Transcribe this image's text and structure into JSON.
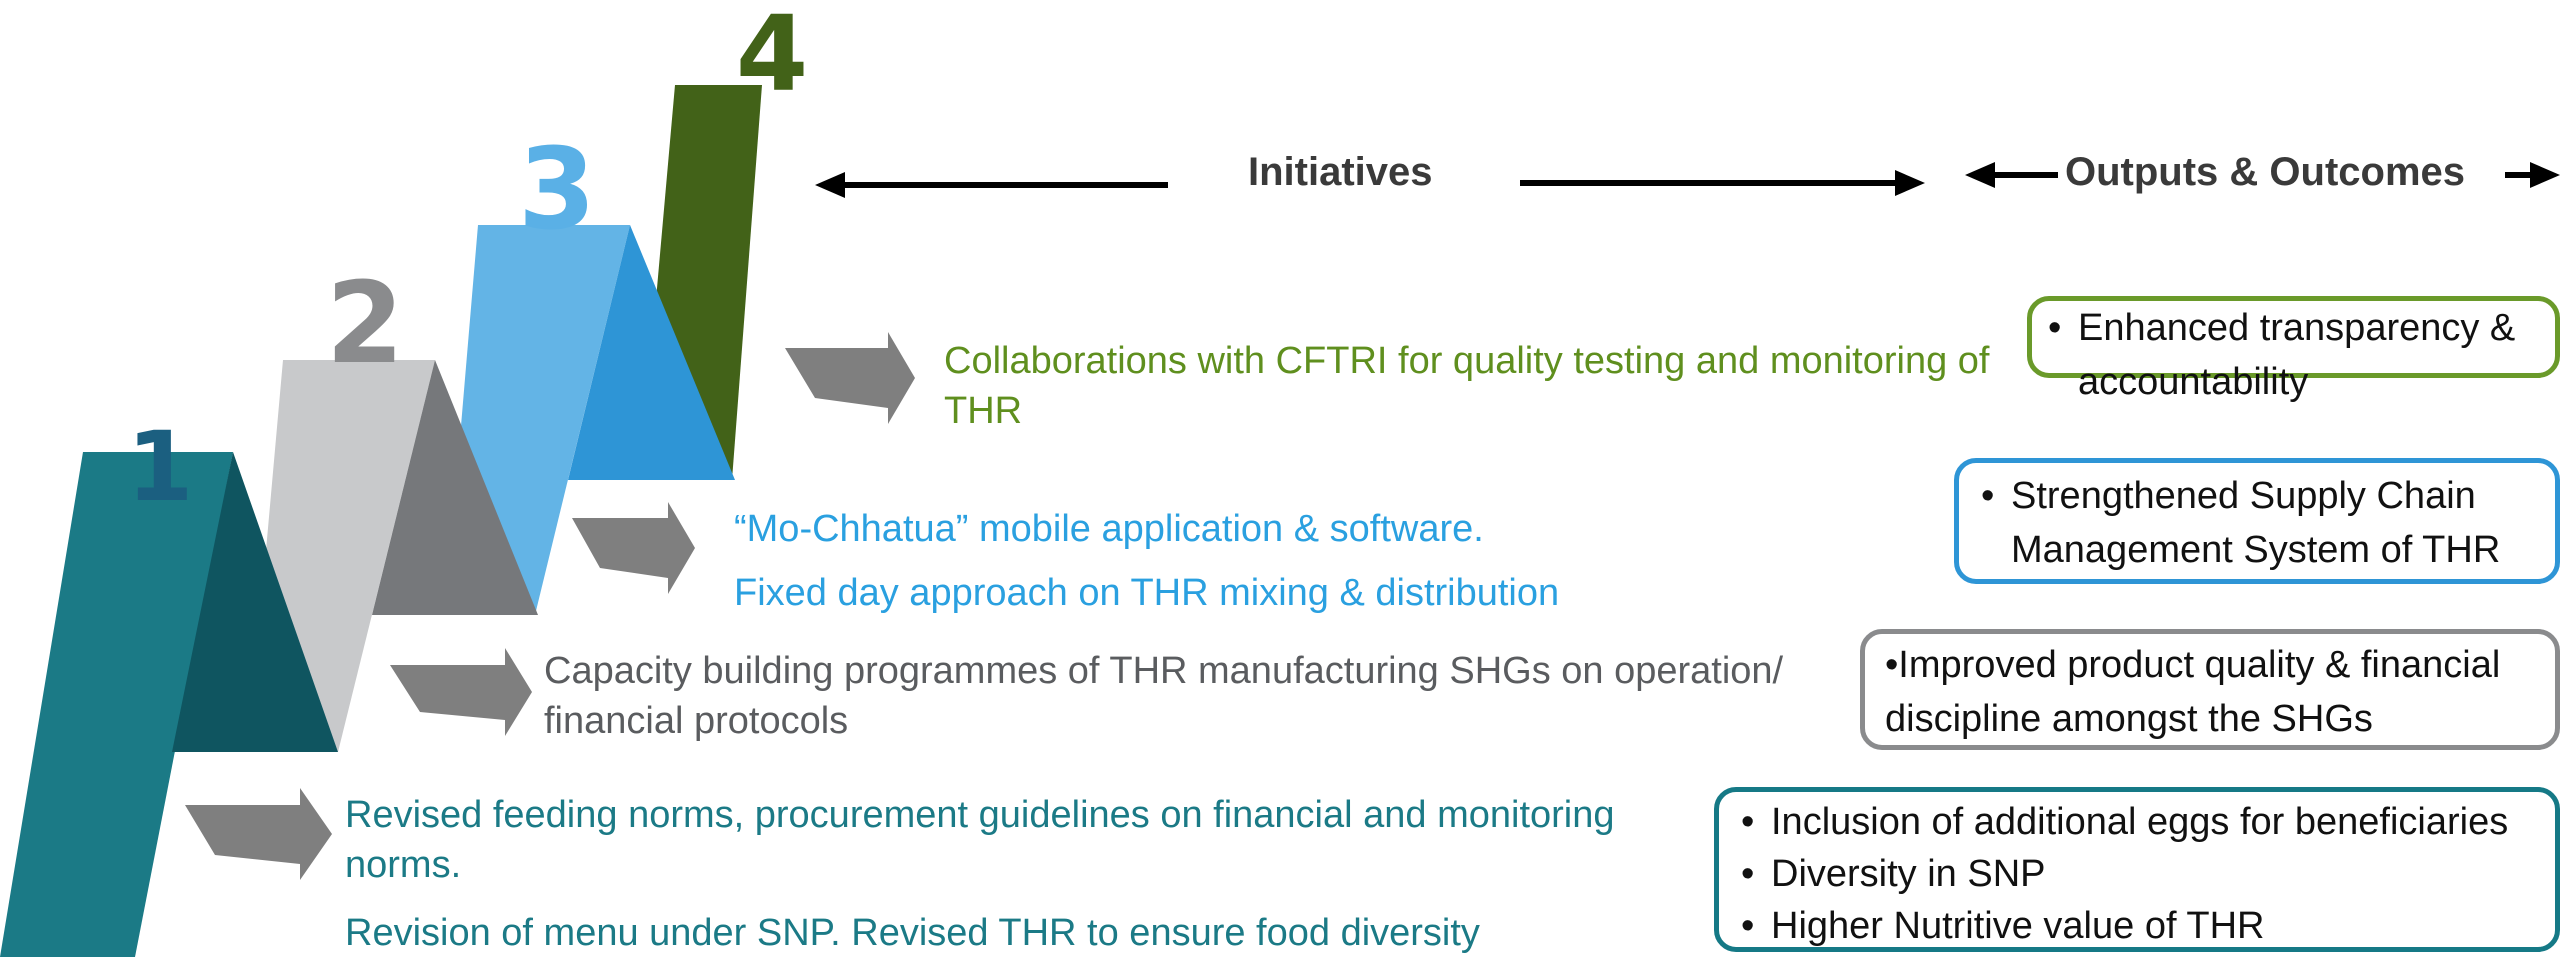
{
  "steps": [
    "1",
    "2",
    "3",
    "4"
  ],
  "headers": {
    "initiatives": "Initiatives",
    "outputs": "Outputs & Outcomes"
  },
  "initiatives": {
    "step4": "Collaborations with CFTRI for quality testing and monitoring of THR",
    "step3_line1": "“Mo-Chhatua” mobile application & software.",
    "step3_line2": "Fixed day approach on THR mixing & distribution",
    "step2": "Capacity building programmes of THR manufacturing SHGs on operation/ financial protocols",
    "step1_line1": "Revised feeding norms, procurement guidelines on financial and monitoring norms.",
    "step1_line2": "Revision of menu under SNP. Revised THR to ensure food diversity"
  },
  "outputs": {
    "step4": [
      "Enhanced transparency & accountability"
    ],
    "step3": [
      "Strengthened Supply Chain Management System of THR"
    ],
    "step2": [
      "•Improved product quality & financial discipline amongst the SHGs"
    ],
    "step1": [
      "Inclusion of additional eggs for beneficiaries",
      "Diversity in SNP",
      "Higher Nutritive value of THR"
    ]
  },
  "colors": {
    "step1": "#1b7a86",
    "step1_dark": "#0f5560",
    "step2": "#c8c9cb",
    "step2_dark": "#76787b",
    "step3": "#63b4e6",
    "step3_dark": "#2e95d6",
    "step4": "#426218",
    "text_step1": "#1b7a86",
    "text_step2": "#5a5c5f",
    "text_step3": "#2aa0e0",
    "text_step4": "#5f8f1e",
    "arrow": "#7f7f7f"
  }
}
